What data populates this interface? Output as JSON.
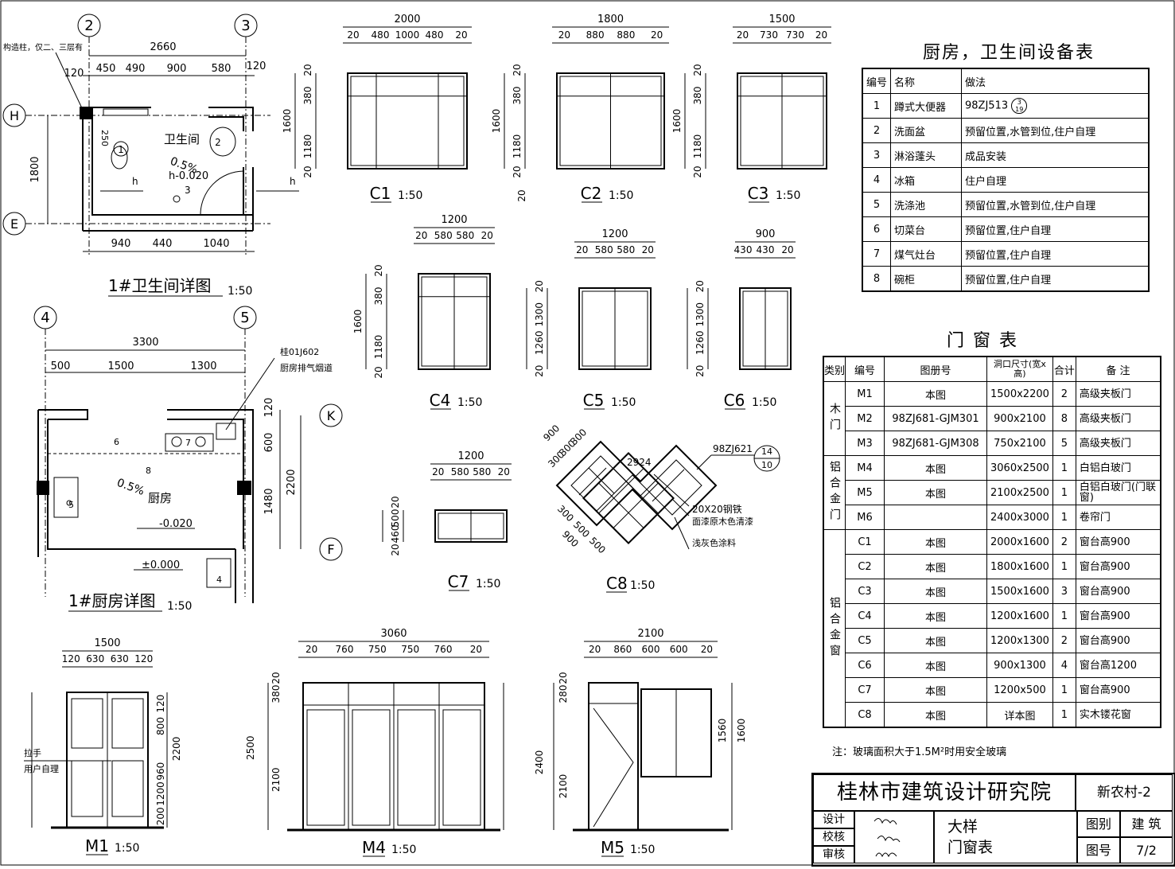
{
  "bathroom_plan": {
    "title": "1#卫生间详图",
    "scale": "1:50",
    "note_column": "构造柱，仅二、三层有",
    "axes": [
      "2",
      "3",
      "H",
      "E"
    ],
    "dims_top": [
      "2660",
      "450",
      "490",
      "900",
      "580",
      "120",
      "120"
    ],
    "dims_left": [
      "1800"
    ],
    "dims_bottom": [
      "940",
      "440",
      "1040"
    ],
    "room_label": "卫生间",
    "slope": "0.5%",
    "level": "h-0.020",
    "fixture_nums": [
      "1",
      "2",
      "3"
    ],
    "misc": [
      "250",
      "h",
      "h"
    ]
  },
  "kitchen_plan": {
    "title": "1#厨房详图",
    "scale": "1:50",
    "axes": [
      "4",
      "5",
      "K",
      "F"
    ],
    "dims_top": [
      "3300",
      "500",
      "1500",
      "1300"
    ],
    "dims_right": [
      "120",
      "600",
      "2200",
      "1480"
    ],
    "flue_note": "桂01J602",
    "flue_label": "厨房排气烟道",
    "room_label": "厨房",
    "slope": "0.5%",
    "level1": "-0.020",
    "level2": "±0.000",
    "fixture_nums": [
      "4",
      "5",
      "6",
      "7",
      "8"
    ]
  },
  "windows": [
    {
      "id": "C1",
      "scale": "1:50",
      "total": "2000",
      "parts": [
        "20",
        "480",
        "1000",
        "480",
        "20"
      ],
      "heights": [
        "20",
        "380",
        "1600",
        "1180",
        "20"
      ],
      "extra": "20"
    },
    {
      "id": "C2",
      "scale": "1:50",
      "total": "1800",
      "parts": [
        "20",
        "880",
        "880",
        "20"
      ],
      "heights": [
        "20",
        "380",
        "1600",
        "1180",
        "20"
      ]
    },
    {
      "id": "C3",
      "scale": "1:50",
      "total": "1500",
      "parts": [
        "20",
        "730",
        "730",
        "20"
      ],
      "heights": [
        "20",
        "380",
        "1600",
        "1180",
        "20"
      ]
    },
    {
      "id": "C4",
      "scale": "1:50",
      "total": "1200",
      "parts": [
        "20",
        "580",
        "580",
        "20"
      ],
      "heights": [
        "20",
        "380",
        "1600",
        "1180",
        "20"
      ]
    },
    {
      "id": "C5",
      "scale": "1:50",
      "total": "1200",
      "parts": [
        "20",
        "580",
        "580",
        "20"
      ],
      "heights": [
        "20",
        "1300",
        "1260",
        "20"
      ]
    },
    {
      "id": "C6",
      "scale": "1:50",
      "total": "900",
      "parts": [
        "430",
        "430",
        "20"
      ],
      "heights": [
        "20",
        "1300",
        "1260",
        "20"
      ]
    },
    {
      "id": "C7",
      "scale": "1:50",
      "total": "1200",
      "parts": [
        "20",
        "580",
        "580",
        "20"
      ],
      "heights": [
        "20",
        "500",
        "460",
        "20"
      ]
    },
    {
      "id": "C8",
      "scale": "1:50",
      "dims": [
        "900",
        "300",
        "300",
        "300",
        "2924",
        "300",
        "500",
        "500",
        "900"
      ],
      "ref": "98ZJ621",
      "ref_num": "14",
      "ref_den": "10",
      "note1": "20X20钢铁",
      "note2": "面漆原木色清漆",
      "note3": "浅灰色涂料"
    }
  ],
  "doors_elev": [
    {
      "id": "M1",
      "scale": "1:50",
      "total": "1500",
      "parts": [
        "120",
        "630",
        "630",
        "120"
      ],
      "heights": [
        "120",
        "800",
        "2200",
        "960",
        "1200",
        "200"
      ],
      "note1": "拉手",
      "note2": "用户自理"
    },
    {
      "id": "M4",
      "scale": "1:50",
      "total": "3060",
      "parts": [
        "20",
        "760",
        "750",
        "750",
        "760",
        "20"
      ],
      "heights": [
        "20",
        "380",
        "2500",
        "2100"
      ]
    },
    {
      "id": "M5",
      "scale": "1:50",
      "total": "2100",
      "parts": [
        "20",
        "860",
        "600",
        "600",
        "20"
      ],
      "heights": [
        "20",
        "280",
        "2400",
        "2100",
        "1560",
        "1600"
      ]
    }
  ],
  "equipment_table": {
    "title": "厨房，卫生间设备表",
    "headers": [
      "编号",
      "名称",
      "做法"
    ],
    "rows": [
      [
        "1",
        "蹲式大便器",
        "98ZJ513"
      ],
      [
        "2",
        "洗面盆",
        "预留位置,水管到位,住户自理"
      ],
      [
        "3",
        "淋浴蓬头",
        "成品安装"
      ],
      [
        "4",
        "冰箱",
        "住户自理"
      ],
      [
        "5",
        "洗涤池",
        "预留位置,水管到位,住户自理"
      ],
      [
        "6",
        "切菜台",
        "预留位置,住户自理"
      ],
      [
        "7",
        "煤气灶台",
        "预留位置,住户自理"
      ],
      [
        "8",
        "碗柜",
        "预留位置,住户自理"
      ]
    ],
    "ref_sub_num": "3",
    "ref_sub_den": "19"
  },
  "door_window_table": {
    "title": "门 窗 表",
    "headers": [
      "类别",
      "编号",
      "图册号",
      "洞口尺寸(宽x高)",
      "合计",
      "备 注"
    ],
    "groups": [
      {
        "cat": "木门",
        "rows": [
          [
            "M1",
            "本图",
            "1500x2200",
            "2",
            "高级夹板门"
          ],
          [
            "M2",
            "98ZJ681-GJM301",
            "900x2100",
            "8",
            "高级夹板门"
          ],
          [
            "M3",
            "98ZJ681-GJM308",
            "750x2100",
            "5",
            "高级夹板门"
          ]
        ]
      },
      {
        "cat": "铝合金门",
        "rows": [
          [
            "M4",
            "本图",
            "3060x2500",
            "1",
            "白铝白玻门"
          ],
          [
            "M5",
            "本图",
            "2100x2500",
            "1",
            "白铝白玻门(门联窗)"
          ],
          [
            "M6",
            "",
            "2400x3000",
            "1",
            "卷帘门"
          ]
        ]
      },
      {
        "cat": "铝合金窗",
        "rows": [
          [
            "C1",
            "本图",
            "2000x1600",
            "2",
            "窗台高900"
          ],
          [
            "C2",
            "本图",
            "1800x1600",
            "1",
            "窗台高900"
          ],
          [
            "C3",
            "本图",
            "1500x1600",
            "3",
            "窗台高900"
          ],
          [
            "C4",
            "本图",
            "1200x1600",
            "1",
            "窗台高900"
          ],
          [
            "C5",
            "本图",
            "1200x1300",
            "2",
            "窗台高900"
          ],
          [
            "C6",
            "本图",
            "900x1300",
            "4",
            "窗台高1200"
          ],
          [
            "C7",
            "本图",
            "1200x500",
            "1",
            "窗台高900"
          ],
          [
            "C8",
            "本图",
            "详本图",
            "1",
            "实木镂花窗"
          ]
        ]
      }
    ],
    "note": "注：玻璃面积大于1.5M²时用安全玻璃"
  },
  "title_block": {
    "institute": "桂林市建筑设计研究院",
    "project": "新农村-2",
    "roles": [
      "设计",
      "校核",
      "审核"
    ],
    "drawing_name1": "大样",
    "drawing_name2": "门窗表",
    "label_type": "图别",
    "value_type": "建 筑",
    "label_no": "图号",
    "value_no": "7/2"
  }
}
